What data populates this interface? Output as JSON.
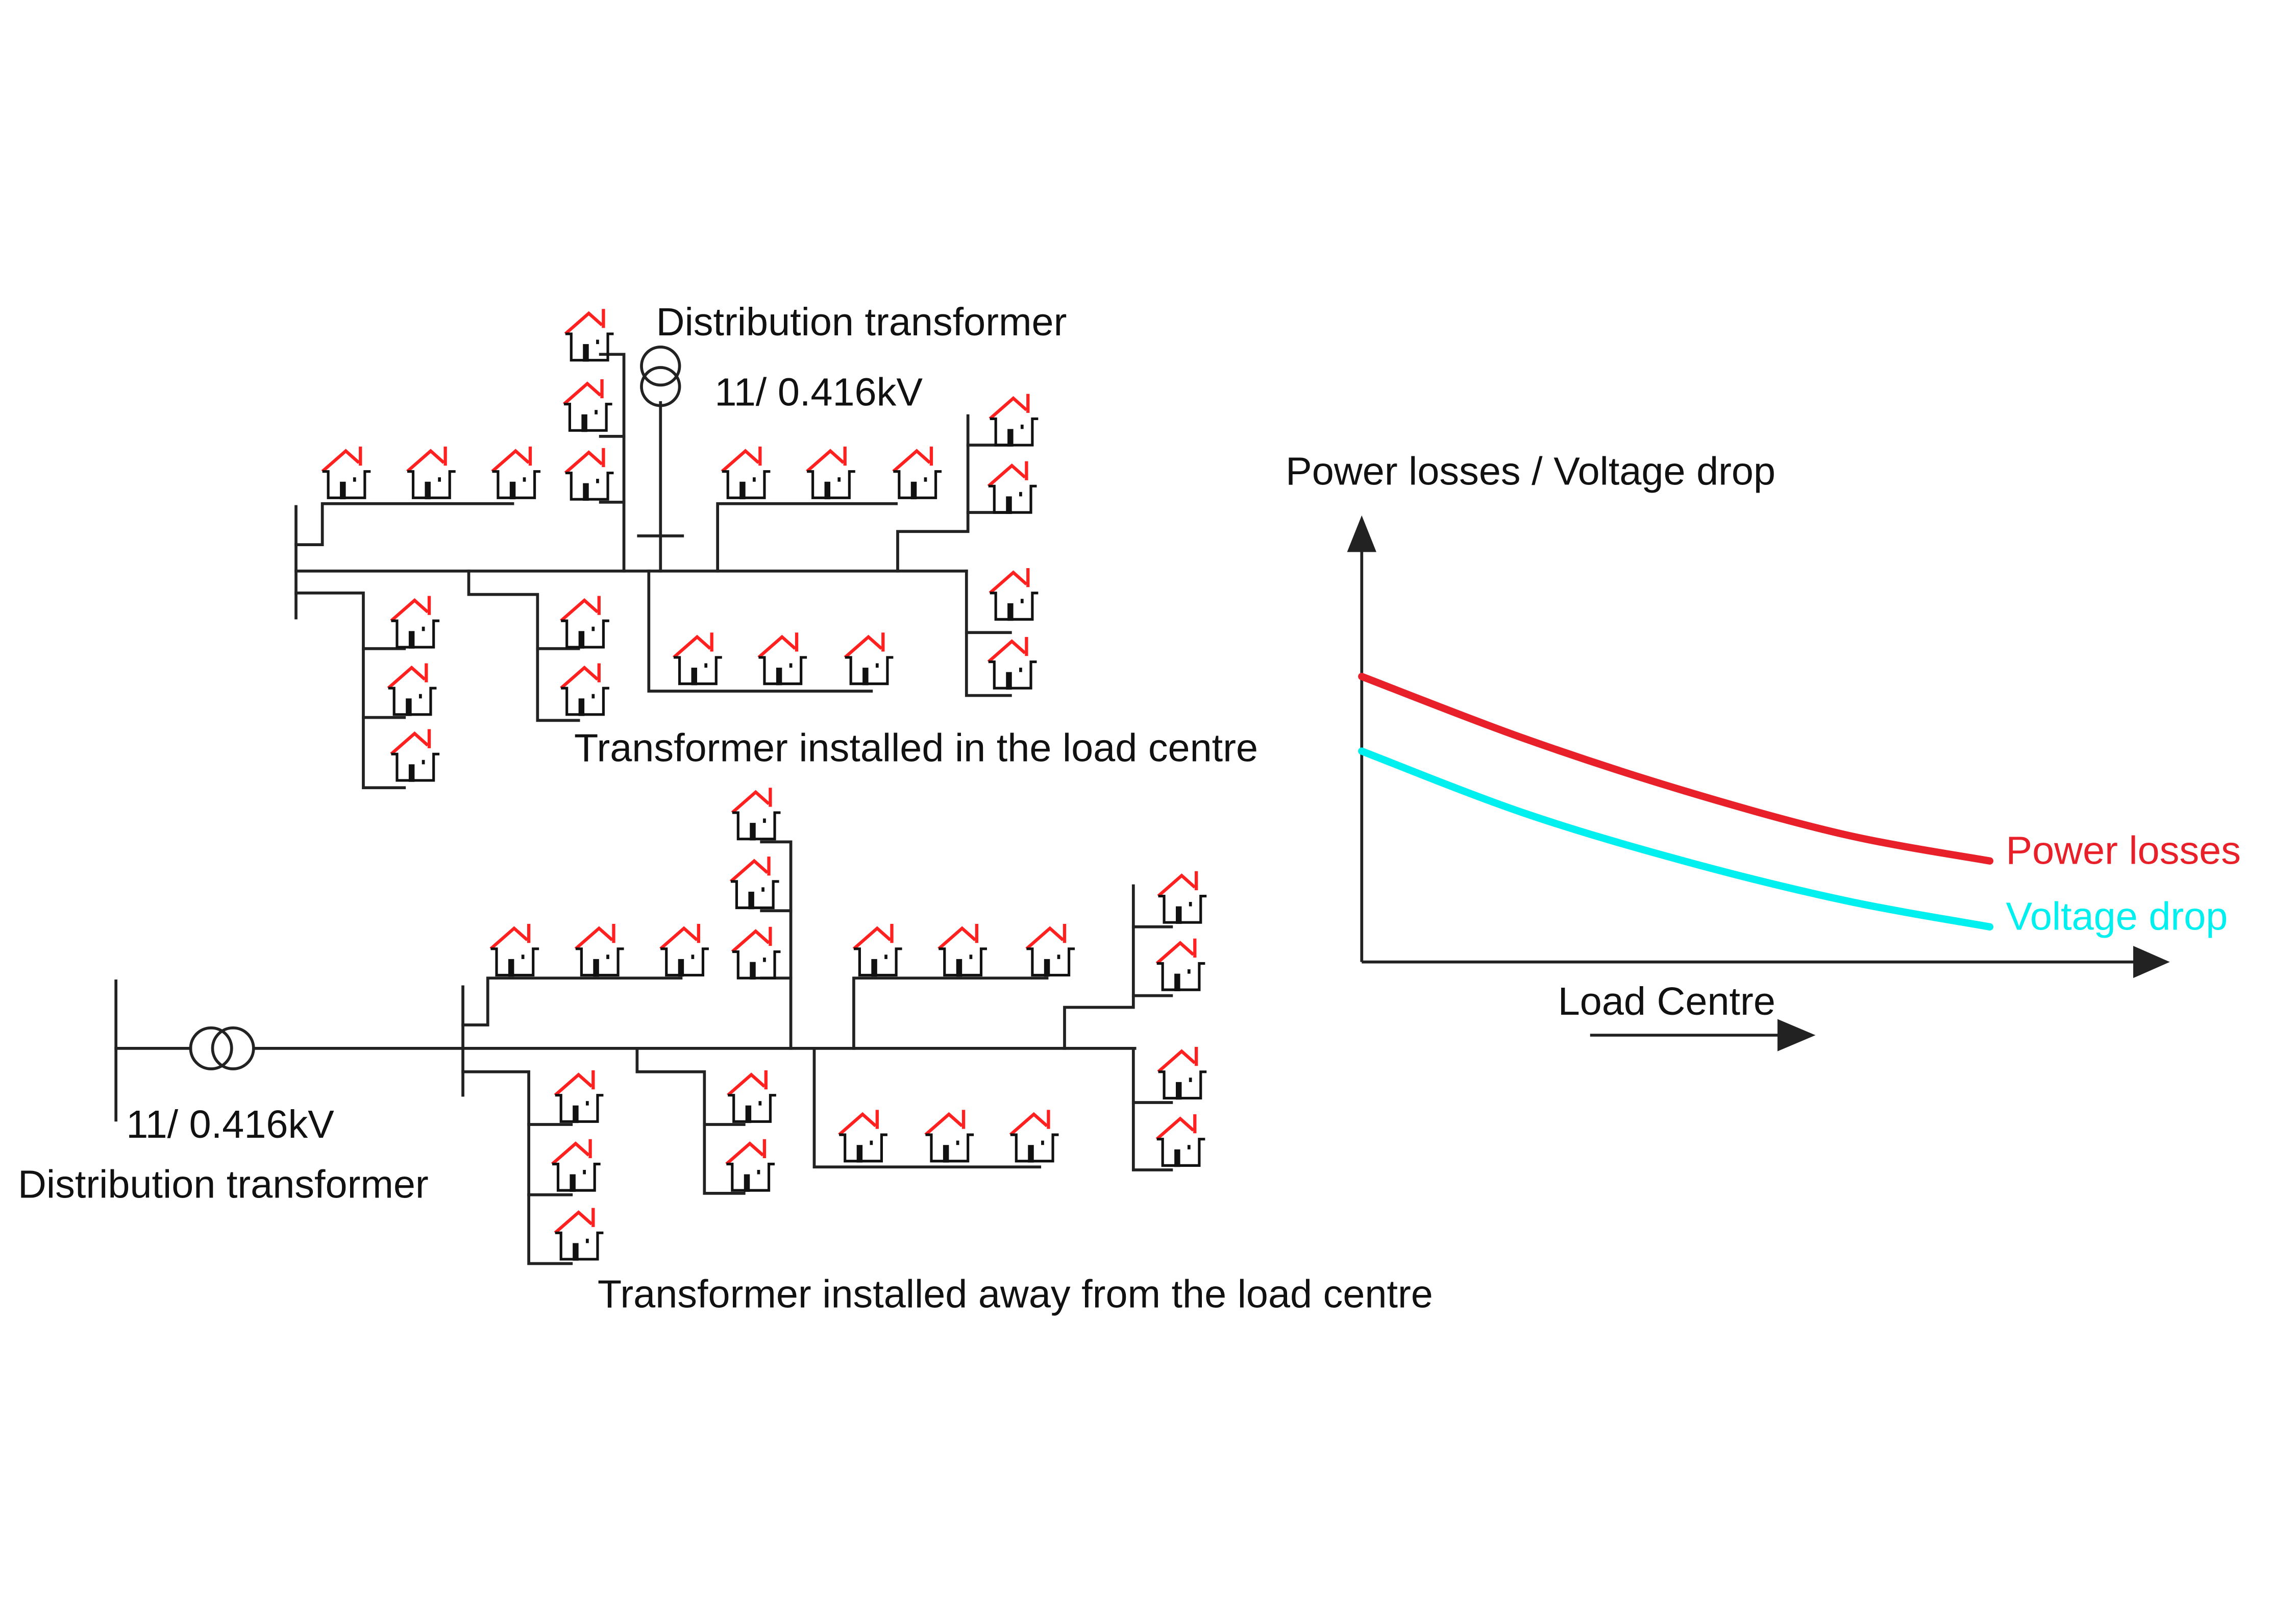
{
  "top_diagram": {
    "transformer_label": "Distribution transformer",
    "rating_label": "11/ 0.416kV",
    "caption": "Transformer installed in the load centre"
  },
  "bottom_diagram": {
    "transformer_label": "Distribution transformer",
    "rating_label": "11/ 0.416kV",
    "caption": "Transformer installed away from the load centre"
  },
  "icons": {
    "house": "house-icon",
    "transformer": "transformer-icon"
  },
  "colors": {
    "roof": "#ff2020",
    "power_losses": "#e8202a",
    "voltage_drop": "#00f0f0",
    "wire": "#222222"
  },
  "chart_data": {
    "type": "line",
    "title": "",
    "ylabel": "Power losses / Voltage drop",
    "xlabel": "Load Centre",
    "x_direction_arrow": "right",
    "xlim": [
      0,
      1
    ],
    "ylim": [
      0,
      1
    ],
    "grid": false,
    "legend": "inline-right",
    "series": [
      {
        "name": "Power losses",
        "color": "#e8202a",
        "x": [
          0,
          0.2,
          0.4,
          0.6,
          0.78
        ],
        "y": [
          0.65,
          0.51,
          0.39,
          0.29,
          0.23
        ]
      },
      {
        "name": "Voltage drop",
        "color": "#00f0f0",
        "x": [
          0,
          0.2,
          0.4,
          0.6,
          0.78
        ],
        "y": [
          0.48,
          0.34,
          0.23,
          0.14,
          0.08
        ]
      }
    ]
  }
}
